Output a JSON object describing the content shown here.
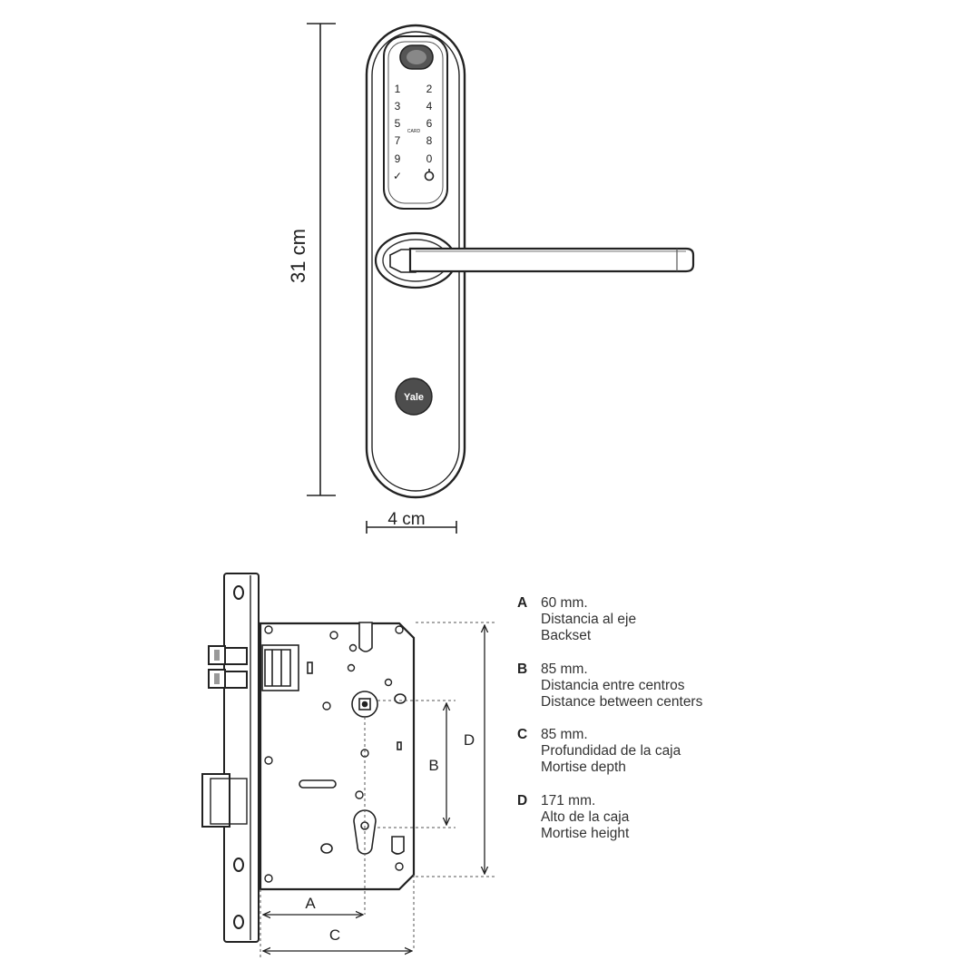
{
  "handle": {
    "height_label": "31 cm",
    "width_label": "4 cm",
    "brand": "Yale",
    "keypad_keys": [
      "1",
      "2",
      "3",
      "4",
      "5",
      "6",
      "7",
      "8",
      "9",
      "0",
      "✓"
    ],
    "card_label": "CARD"
  },
  "mortise": {
    "label_a": "A",
    "label_b": "B",
    "label_c": "C",
    "label_d": "D"
  },
  "specs": [
    {
      "letter": "A",
      "value": "60 mm.",
      "es": "Distancia al eje",
      "en": "Backset"
    },
    {
      "letter": "B",
      "value": "85 mm.",
      "es": "Distancia entre centros",
      "en": "Distance between centers"
    },
    {
      "letter": "C",
      "value": "85 mm.",
      "es": "Profundidad de la caja",
      "en": "Mortise depth"
    },
    {
      "letter": "D",
      "value": "171 mm.",
      "es": "Alto de la caja",
      "en": "Mortise height"
    }
  ]
}
